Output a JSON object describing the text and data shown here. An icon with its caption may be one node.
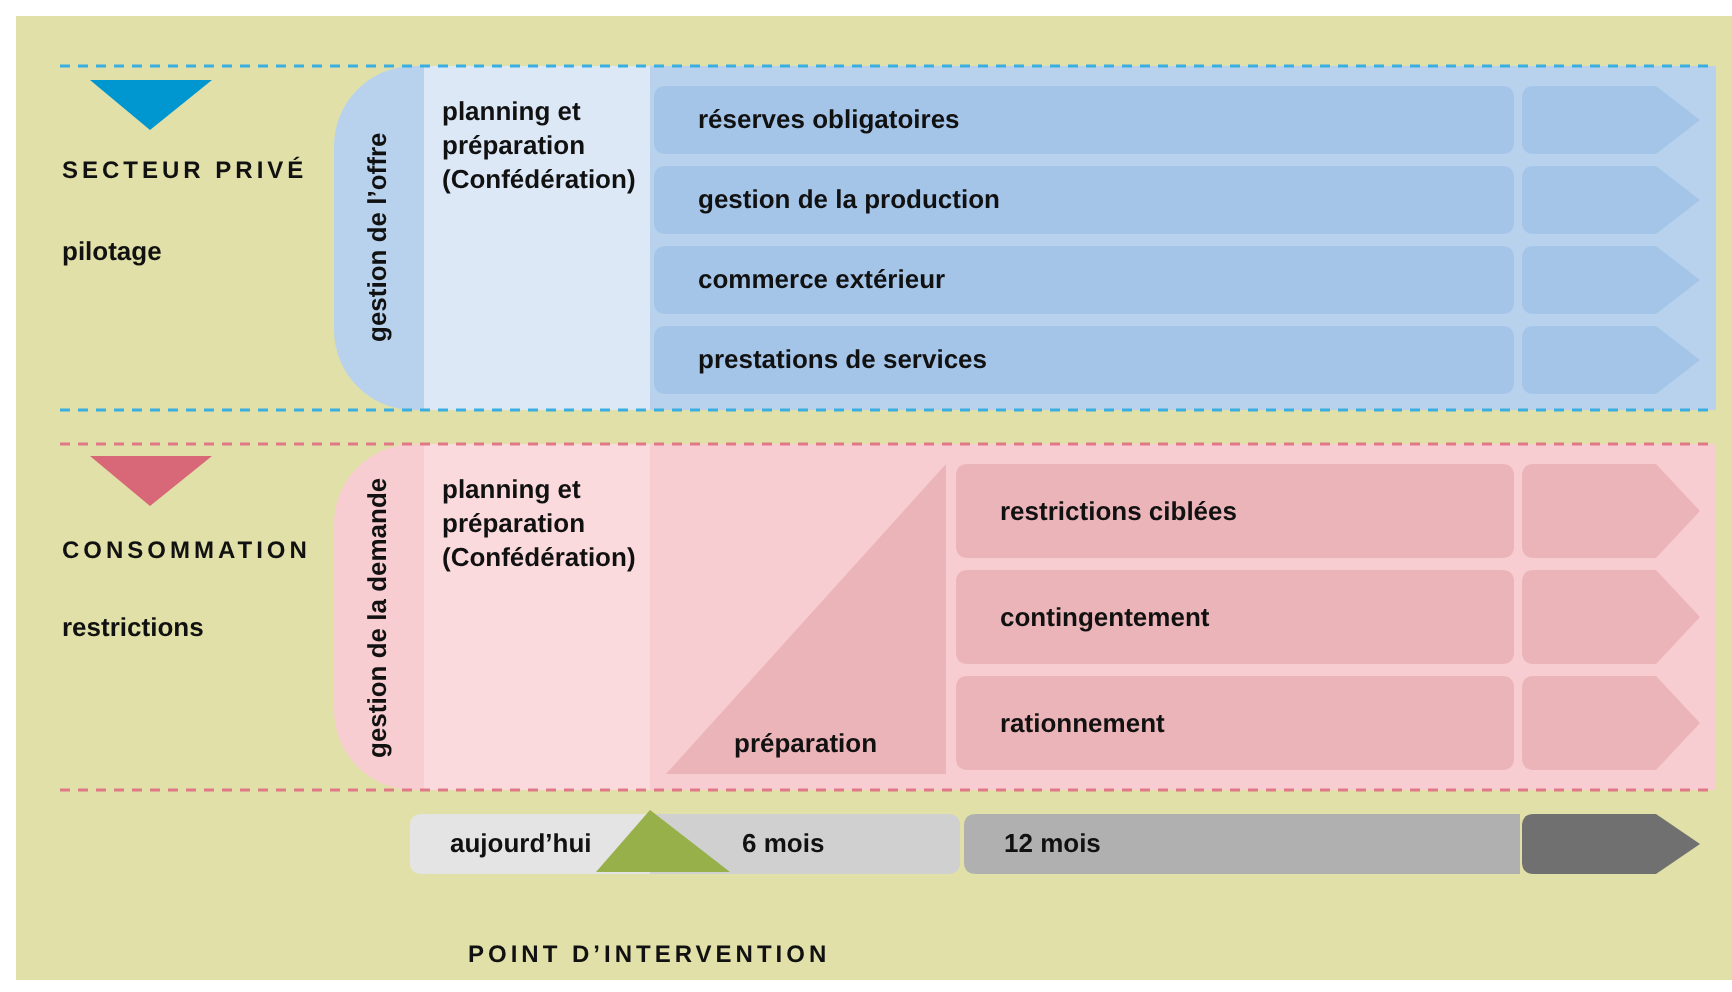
{
  "diagram": {
    "nodes": [
      {
        "text": [
          "gestion de l’offre"
        ]
      },
      {
        "text": [
          "planning et préparation (Confédération)"
        ],
        "in": 0
      },
      {
        "text": [
          "réserves obligatoires"
        ],
        "in": 0
      },
      {
        "text": [],
        "shape": "pentagon",
        "in": 0
      },
      {
        "text": [
          "gestion de la production"
        ],
        "in": 0
      },
      {
        "text": [],
        "shape": "pentagon",
        "in": 0
      },
      {
        "text": [
          "commerce extérieur"
        ],
        "in": 0
      },
      {
        "text": [],
        "shape": "pentagon",
        "in": 0
      },
      {
        "text": [
          "prestations de services"
        ],
        "in": 0
      },
      {
        "text": [],
        "shape": "pentagon",
        "in": 0
      },
      {
        "text": [
          "gestion de la demande"
        ]
      },
      {
        "text": [
          "planning et préparation (Confédération)"
        ],
        "in": 10
      },
      {
        "text": [
          "préparation"
        ],
        "in": 10
      },
      {
        "text": [
          "restrictions ciblées"
        ],
        "in": 10
      },
      {
        "text": [],
        "shape": "pentagon",
        "in": 10
      },
      {
        "text": [
          "contingentement"
        ],
        "in": 10
      },
      {
        "text": [],
        "shape": "pentagon",
        "in": 10
      },
      {
        "text": [
          "rationnement"
        ],
        "in": 10
      },
      {
        "text": [],
        "shape": "pentagon",
        "in": 10
      },
      {
        "text": [
          "aujourd’hui"
        ]
      },
      {
        "text": [
          "6 mois"
        ]
      },
      {
        "text": [
          "12 mois"
        ]
      },
      {
        "text": [],
        "shape": "pentagon"
      }
    ],
    "edges": [],
    "labels": [
      "SECTEUR PRIVÉ",
      "pilotage",
      "CONSOMMATION",
      "restrictions",
      "POINT D’INTERVENTION"
    ]
  }
}
